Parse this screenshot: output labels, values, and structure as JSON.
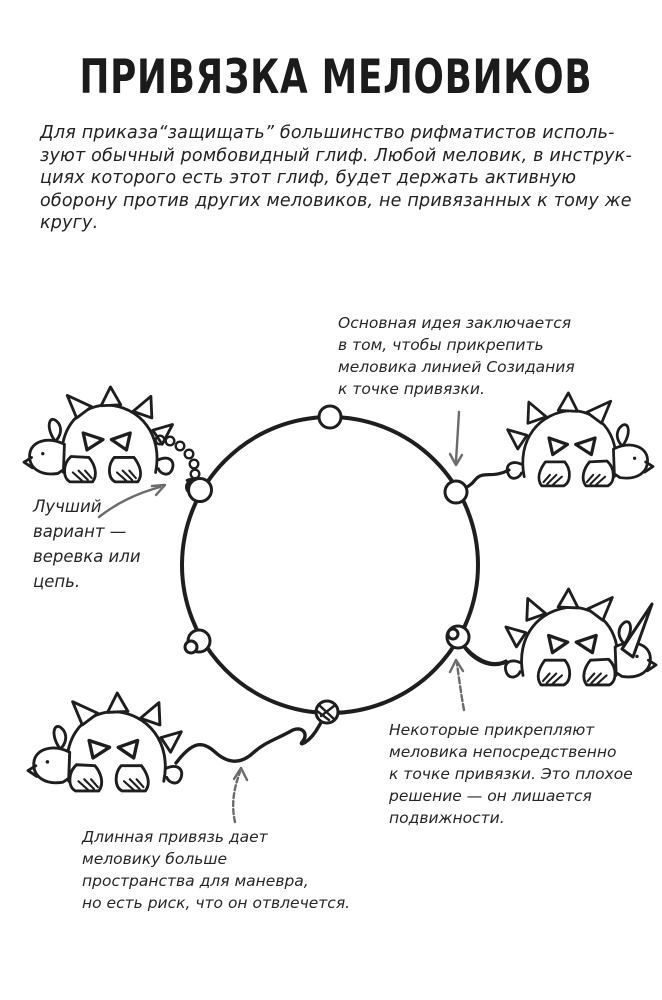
{
  "page": {
    "title": "ПРИВЯЗКА МЕЛОВИКОВ",
    "intro": "Для приказа“защищать” большинство рифматистов исполь-\nзуют обычный ромбовидный глиф. Любой меловик, в инструк-\nциях которого есть этот глиф, будет держать активную\nоборону против других меловиков, не привязанных к тому же\nкругу.",
    "background_color": "#ffffff",
    "ink_color": "#1e1e1e",
    "arrow_color": "#6b6b6b"
  },
  "annotations": {
    "attach_idea": "Основная идея заключается\nв том, чтобы прикрепить\nмеловика линией Созидания\nк точке привязки.",
    "best_option": "Лучший\nвариант —\nверевка или\nцепь.",
    "direct_attach": "Некоторые прикрепляют\nмеловика непосредственно\nк точке привязки. Это плохое\nрешение — он лишается\nподвижности.",
    "long_tether": "Длинная привязь дает\nмеловику больше\nпространства для маневра,\nно есть риск, что он отвлечется."
  },
  "diagram": {
    "circle": {
      "label": "binding-circle",
      "attachment_loops": 6
    },
    "chalklings": [
      {
        "name": "chalkling-top-left",
        "tether": "chain"
      },
      {
        "name": "chalkling-top-right",
        "tether": "rope"
      },
      {
        "name": "chalkling-middle-right",
        "tether": "direct"
      },
      {
        "name": "chalkling-bottom-left",
        "tether": "long-rope"
      }
    ]
  }
}
